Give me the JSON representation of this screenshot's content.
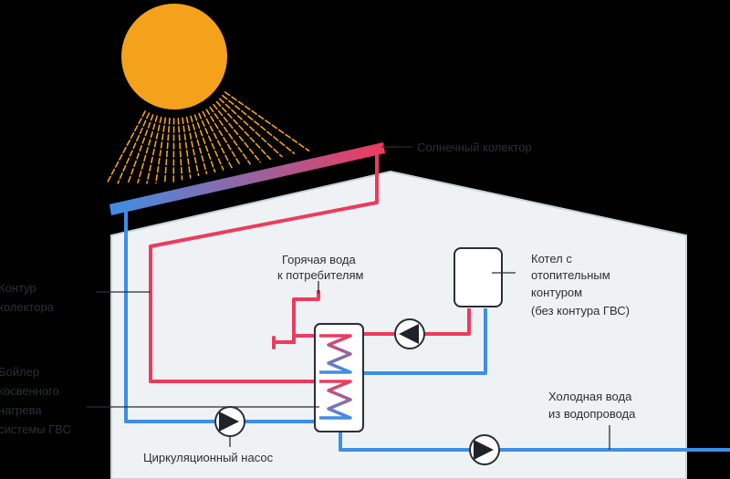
{
  "labels": {
    "solar_collector": "Солнечный колектор",
    "hot_water_line1": "Горячая вода",
    "hot_water_line2": "к потребителям",
    "boiler_line1": "Котел с",
    "boiler_line2": "отопительным",
    "boiler_line3": "контуром",
    "boiler_line4": "(без контура ГВС)",
    "collector_loop_line1": "Контур",
    "collector_loop_line2": "колектора",
    "indirect_boiler_line1": "Бойлер",
    "indirect_boiler_line2": "косвенного",
    "indirect_boiler_line3": "нагрева",
    "indirect_boiler_line4": "системы ГВС",
    "cold_water_line1": "Холодная вода",
    "cold_water_line2": "из водопровода",
    "circulation_pump": "Циркуляционный насос"
  },
  "colors": {
    "background": "#000000",
    "house_fill": "#eef2f4",
    "house_stroke": "#c9d1d6",
    "sun": "#f4a21c",
    "hot_pipe": "#ef3a5d",
    "cold_pipe": "#3d8fe6",
    "leader": "#2a2f36",
    "equipment_fill": "#ffffff",
    "equipment_stroke": "#2a2f36"
  }
}
